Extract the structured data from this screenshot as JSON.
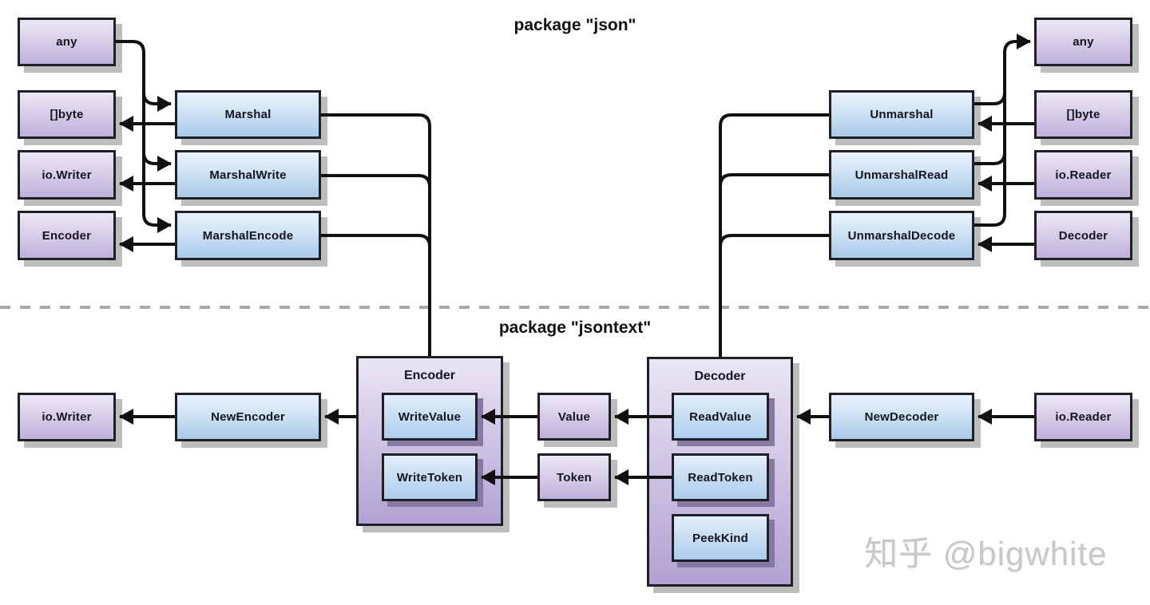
{
  "titles": {
    "json_pkg": "package \"json\"",
    "jsontext_pkg": "package \"jsontext\""
  },
  "watermark": {
    "text": "知乎 @bigwhite"
  },
  "colors": {
    "blue_box_top": "#eaf3fc",
    "blue_box_bottom": "#a9c9e8",
    "purple_box_top": "#ece8f5",
    "purple_box_bottom": "#bfb1db",
    "container_top": "#eae6f4",
    "container_bottom": "#b1a1d3",
    "border": "#1f1f28",
    "shadow": "#bdbdbd",
    "dashed_divider": "#a8a8a8",
    "arrow": "#111111"
  },
  "nodes": {
    "any_left": "any",
    "byte_left": "[]byte",
    "iowriter_left": "io.Writer",
    "encoder_left": "Encoder",
    "marshal": "Marshal",
    "marshal_write": "MarshalWrite",
    "marshal_encode": "MarshalEncode",
    "unmarshal": "Unmarshal",
    "unmarshal_read": "UnmarshalRead",
    "unmarshal_decode": "UnmarshalDecode",
    "any_right": "any",
    "byte_right": "[]byte",
    "ioreader_right": "io.Reader",
    "decoder_right": "Decoder",
    "iowriter_bottom": "io.Writer",
    "new_encoder": "NewEncoder",
    "encoder_container": "Encoder",
    "write_value": "WriteValue",
    "write_token": "WriteToken",
    "value": "Value",
    "token": "Token",
    "decoder_container": "Decoder",
    "read_value": "ReadValue",
    "read_token": "ReadToken",
    "peek_kind": "PeekKind",
    "new_decoder": "NewDecoder",
    "io_reader_bottom": "io.Reader"
  },
  "edges": [
    {
      "from": "any",
      "to": "Marshal"
    },
    {
      "from": "any",
      "to": "MarshalWrite"
    },
    {
      "from": "any",
      "to": "MarshalEncode"
    },
    {
      "from": "Marshal",
      "to": "[]byte"
    },
    {
      "from": "MarshalWrite",
      "to": "io.Writer"
    },
    {
      "from": "MarshalEncode",
      "to": "Encoder"
    },
    {
      "from": "Marshal",
      "to": "jsontext.Encoder"
    },
    {
      "from": "MarshalWrite",
      "to": "jsontext.Encoder"
    },
    {
      "from": "MarshalEncode",
      "to": "jsontext.Encoder"
    },
    {
      "from": "Unmarshal",
      "to": "any"
    },
    {
      "from": "UnmarshalRead",
      "to": "any"
    },
    {
      "from": "UnmarshalDecode",
      "to": "any"
    },
    {
      "from": "[]byte",
      "to": "Unmarshal"
    },
    {
      "from": "io.Reader",
      "to": "UnmarshalRead"
    },
    {
      "from": "Decoder",
      "to": "UnmarshalDecode"
    },
    {
      "from": "Unmarshal",
      "to": "jsontext.Decoder"
    },
    {
      "from": "UnmarshalRead",
      "to": "jsontext.Decoder"
    },
    {
      "from": "UnmarshalDecode",
      "to": "jsontext.Decoder"
    },
    {
      "from": "NewEncoder",
      "to": "io.Writer"
    },
    {
      "from": "jsontext.Encoder",
      "to": "NewEncoder"
    },
    {
      "from": "Value",
      "to": "WriteValue"
    },
    {
      "from": "Token",
      "to": "WriteToken"
    },
    {
      "from": "ReadValue",
      "to": "Value"
    },
    {
      "from": "ReadToken",
      "to": "Token"
    },
    {
      "from": "NewDecoder",
      "to": "jsontext.Decoder"
    },
    {
      "from": "io.Reader",
      "to": "NewDecoder"
    }
  ]
}
